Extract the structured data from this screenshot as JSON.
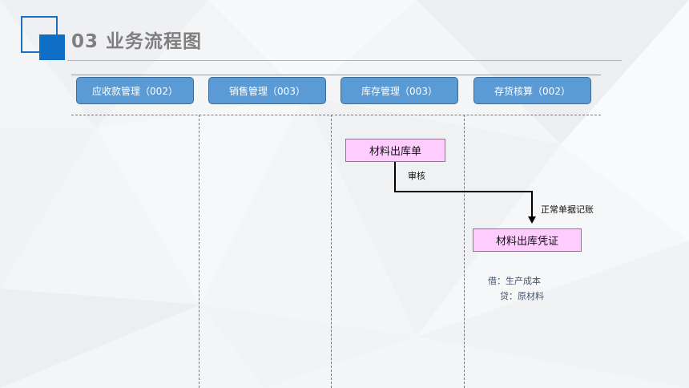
{
  "slide": {
    "title": "03  业务流程图",
    "accent_color": "#0f6fc6"
  },
  "lanes": [
    {
      "label": "应收款管理（002）"
    },
    {
      "label": "销售管理（003）"
    },
    {
      "label": "库存管理（003）"
    },
    {
      "label": "存货核算（002）"
    }
  ],
  "nodes": {
    "material_out_slip": "材料出库单",
    "material_out_voucher": "材料出库凭证"
  },
  "edges": {
    "audit_label": "审核",
    "posting_label": "正常单据记账"
  },
  "journal_entry": {
    "debit": "借：生产成本",
    "credit": "贷：原材料"
  },
  "colors": {
    "lane_header_fill": "#5b9bd5",
    "node_fill": "#ffccff",
    "title_gray": "#7f7f7f"
  }
}
